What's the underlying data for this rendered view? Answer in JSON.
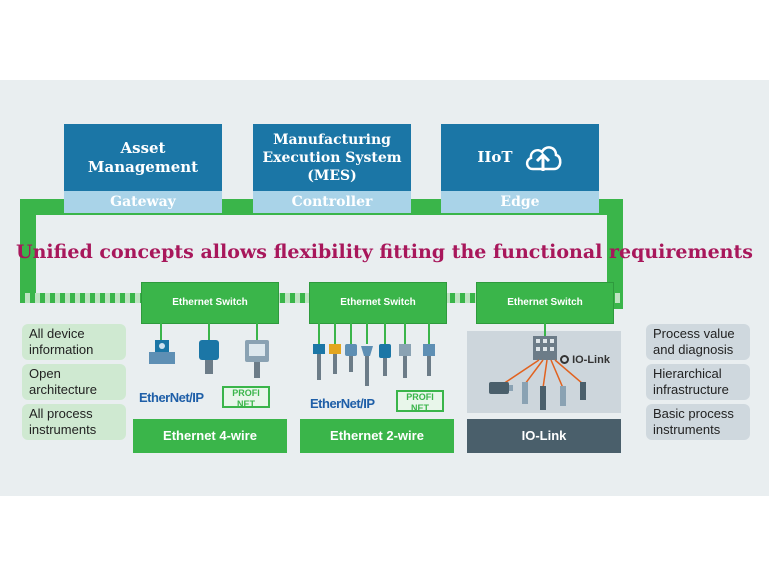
{
  "top_boxes": [
    {
      "title": "Asset\nManagement",
      "footer": "Gateway"
    },
    {
      "title": "Manufacturing\nExecution System\n(MES)",
      "footer": "Controller"
    },
    {
      "title": "IIoT",
      "footer": "Edge"
    }
  ],
  "headline": "Unified concepts allows flexibility fitting the functional requirements",
  "switches": [
    "Ethernet Switch",
    "Ethernet Switch",
    "Ethernet Switch"
  ],
  "left_pills": [
    "All device\ninformation",
    "Open\narchitecture",
    "All process\ninstruments"
  ],
  "right_pills": [
    "Process value\nand diagnosis",
    "Hierarchical\ninfrastructure",
    "Basic process\ninstruments"
  ],
  "bottom_bands": [
    "Ethernet 4-wire",
    "Ethernet 2-wire",
    "IO-Link"
  ],
  "logos": {
    "ethernet_ip": "EtherNet/IP",
    "profinet": "PROFI NET",
    "io_link": "IO-Link"
  },
  "colors": {
    "green": "#3ab54a",
    "blue": "#1b76a6",
    "light_blue": "#a9d3e8",
    "magenta": "#a8175b",
    "dark_slate": "#4a5f6b"
  }
}
